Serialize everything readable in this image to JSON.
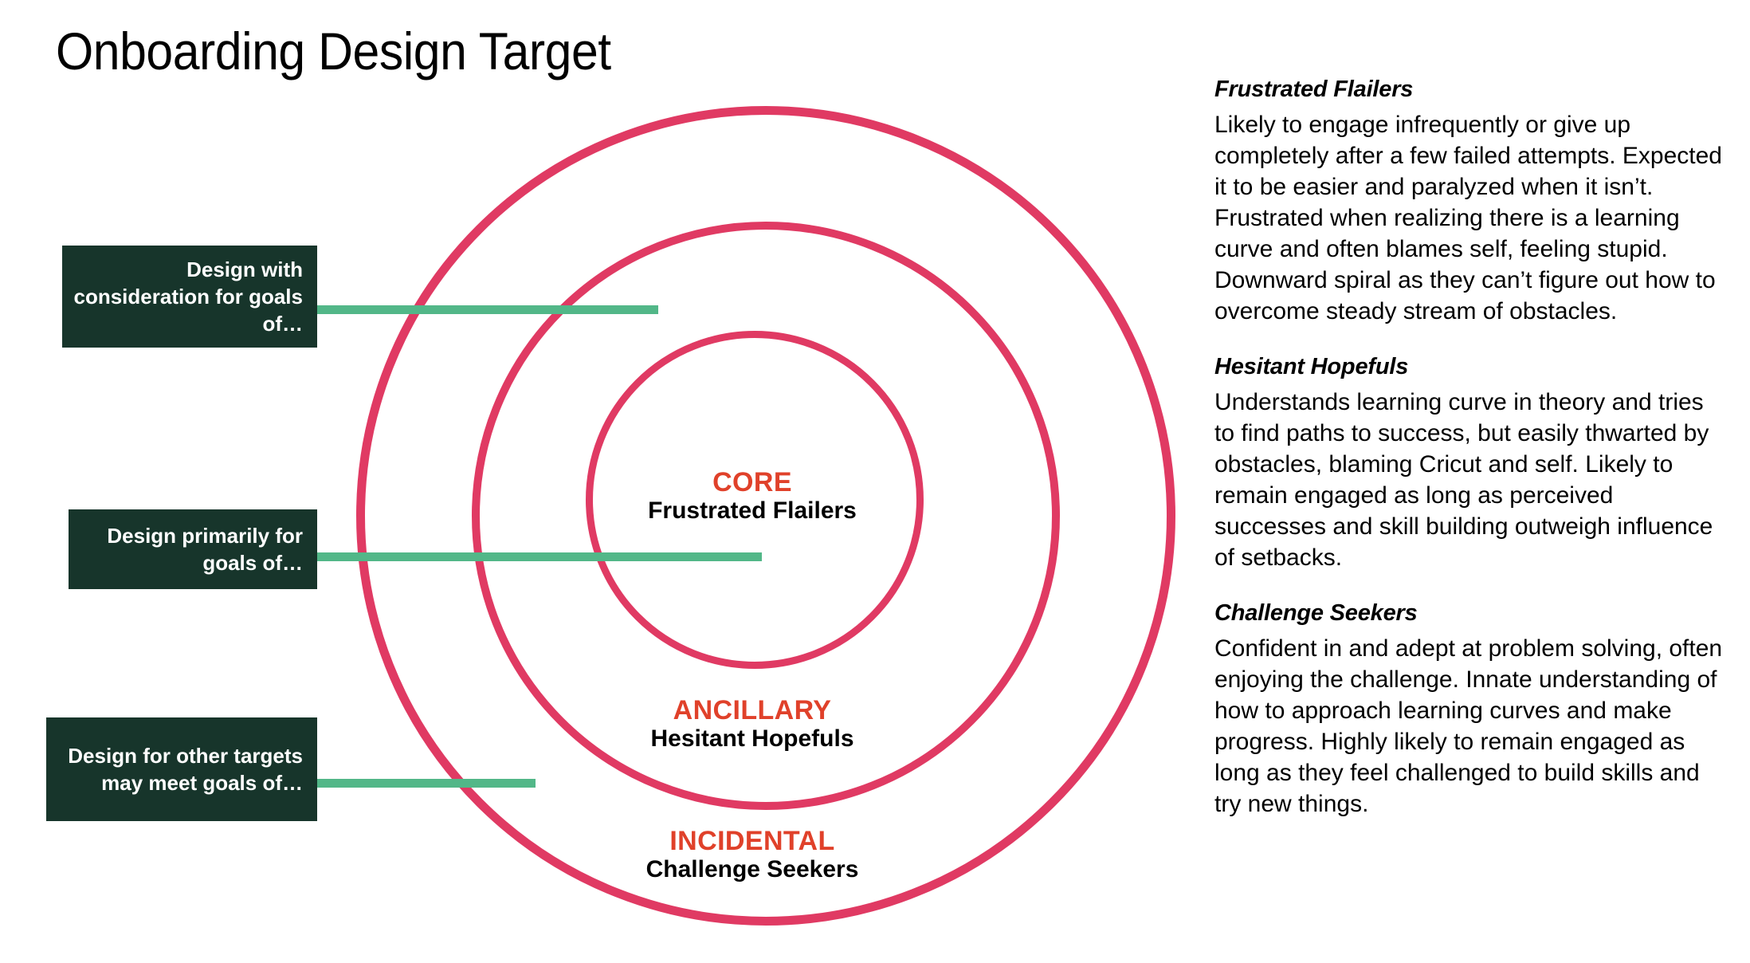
{
  "slide": {
    "title": "Onboarding Design Target",
    "background_color": "#FFFFFF"
  },
  "theme": {
    "ring_color": "#E03A63",
    "tier_label_color": "#E0412A",
    "callout_bg_color": "#17352B",
    "callout_text_color": "#FFFFFF",
    "connector_color": "#52B788",
    "body_text_color": "#000000"
  },
  "target": {
    "rings": [
      {
        "id": "incidental",
        "tier": "INCIDENTAL",
        "persona": "Challenge Seekers"
      },
      {
        "id": "ancillary",
        "tier": "ANCILLARY",
        "persona": "Hesitant Hopefuls"
      },
      {
        "id": "core",
        "tier": "CORE",
        "persona": "Frustrated Flailers"
      }
    ]
  },
  "callouts": [
    {
      "id": "consideration",
      "text": "Design with consideration for goals of…"
    },
    {
      "id": "primary",
      "text": "Design primarily for goals of…"
    },
    {
      "id": "other",
      "text": "Design for other targets may meet goals of…"
    }
  ],
  "personas": [
    {
      "id": "frustrated-flailers",
      "heading": "Frustrated Flailers",
      "body": "Likely to engage infrequently or give up completely after a few failed attempts. Expected it to be easier and paralyzed when it isn’t. Frustrated when realizing there is a learning curve and often blames self, feeling stupid. Downward spiral as they can’t figure out how to overcome steady stream of obstacles."
    },
    {
      "id": "hesitant-hopefuls",
      "heading": "Hesitant Hopefuls",
      "body": "Understands learning curve in theory and tries to find paths to success, but easily thwarted by obstacles, blaming Cricut and self. Likely to remain engaged as long as perceived successes and skill building outweigh influence of setbacks."
    },
    {
      "id": "challenge-seekers",
      "heading": "Challenge Seekers",
      "body": "Confident in and adept at problem solving, often enjoying the challenge. Innate understanding of how to approach learning curves and make progress. Highly likely to remain engaged as long as they feel challenged to build skills and try new things."
    }
  ]
}
